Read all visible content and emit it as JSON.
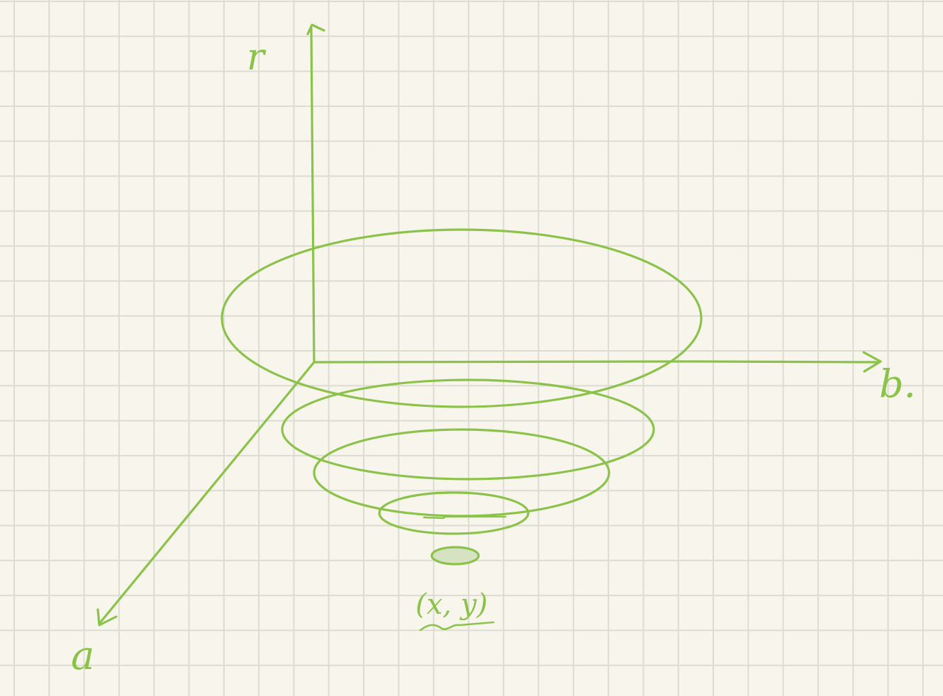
{
  "diagram": {
    "axes": {
      "vertical_label": "r",
      "horizontal_label": "b.",
      "diagonal_label": "a"
    },
    "point_label": "(x, y)",
    "ellipse_count": 5
  },
  "style": {
    "background": "#f8f6ec",
    "grid_color": "#dcdcd2",
    "ink_color": "#8bc34a",
    "fill_color": "#d5e3c2"
  }
}
